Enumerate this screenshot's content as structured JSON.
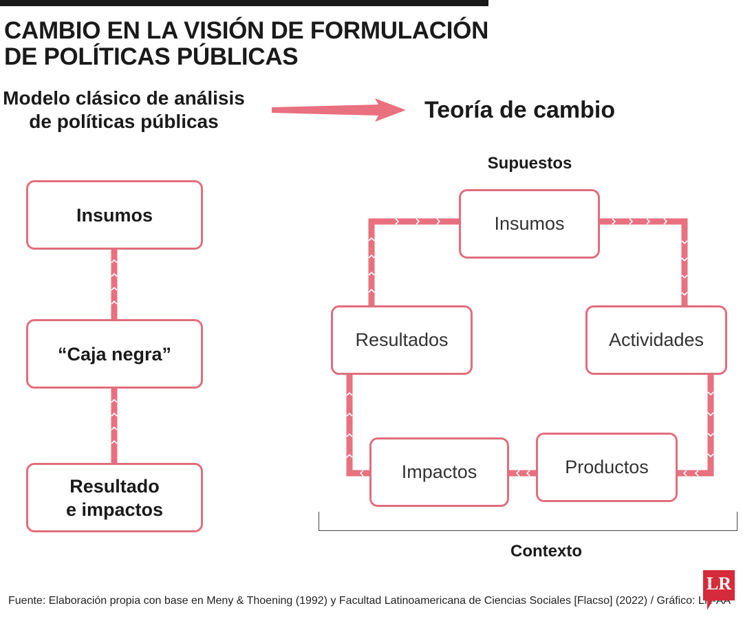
{
  "title": {
    "line1": "CAMBIO EN LA VISIÓN DE FORMULACIÓN",
    "line2": "DE POLÍTICAS PÚBLICAS"
  },
  "header": {
    "left_line1": "Modelo clásico de análisis",
    "left_line2": "de políticas públicas",
    "right": "Teoría de cambio"
  },
  "classic_model": {
    "node1": "Insumos",
    "node2": "“Caja negra”",
    "node3_line1": "Resultado",
    "node3_line2": "e impactos"
  },
  "theory_of_change": {
    "top_label": "Supuestos",
    "bottom_label": "Contexto",
    "insumos": "Insumos",
    "actividades": "Actividades",
    "productos": "Productos",
    "impactos": "Impactos",
    "resultados": "Resultados"
  },
  "source": "Fuente: Elaboración propia con base en Meny & Thoening (1992) y Facultad Latinoamericana de Ciencias Sociales [Flacso] (2022) / Gráfico: LR-AA",
  "logo": "LR",
  "colors": {
    "accent": "#e8707f",
    "box_border": "#e16d7c",
    "logo": "#d62b3a",
    "text": "#1a1a1a"
  }
}
